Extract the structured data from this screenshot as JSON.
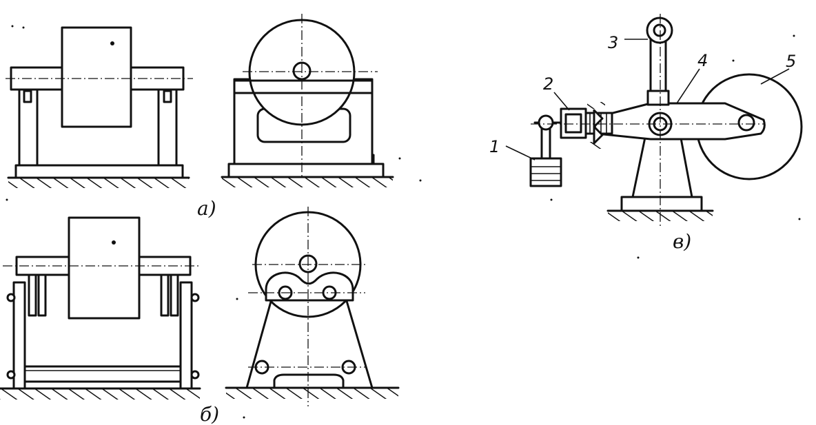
{
  "figure": {
    "panel_labels": {
      "a": "а)",
      "b": "б)",
      "c": "в)"
    },
    "callouts": [
      "1",
      "2",
      "3",
      "4",
      "5"
    ]
  }
}
